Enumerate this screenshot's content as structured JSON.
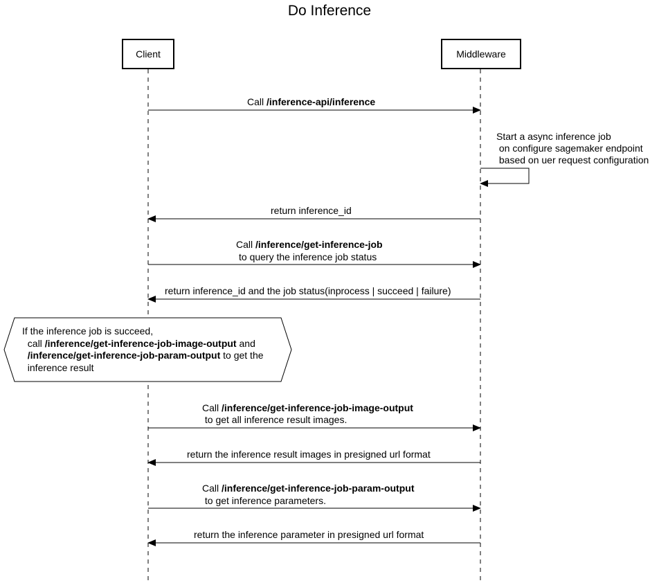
{
  "title": "Do Inference",
  "participants": {
    "client": "Client",
    "middleware": "Middleware"
  },
  "messages": {
    "m1": {
      "prefix": "Call ",
      "bold": "/inference-api/inference"
    },
    "m2": {
      "line1": "Start a async inference job",
      "line2": " on configure sagemaker endpoint",
      "line3": " based on uer request configuration"
    },
    "m3": {
      "text": "return inference_id"
    },
    "m4": {
      "prefix": "Call ",
      "bold": "/inference/get-inference-job",
      "line2": "to query the inference job status"
    },
    "m5": {
      "text": "return inference_id and the job status(inprocess | succeed | failure)"
    },
    "m6": {
      "prefix": "Call ",
      "bold": "/inference/get-inference-job-image-output",
      "line2": " to get all inference result images."
    },
    "m7": {
      "text": "return the inference result images in presigned url format"
    },
    "m8": {
      "prefix": "Call ",
      "bold": "/inference/get-inference-job-param-output",
      "line2": " to get inference parameters."
    },
    "m9": {
      "text": "return the inference parameter in presigned url format"
    }
  },
  "note": {
    "line1": "If the inference job is succeed,",
    "line2_prefix": "  call ",
    "line2_bold": "/inference/get-inference-job-image-output",
    "line2_suffix": " and",
    "line3_bold": "  /inference/get-inference-job-param-output",
    "line3_suffix": " to get the",
    "line4": "  inference result"
  }
}
